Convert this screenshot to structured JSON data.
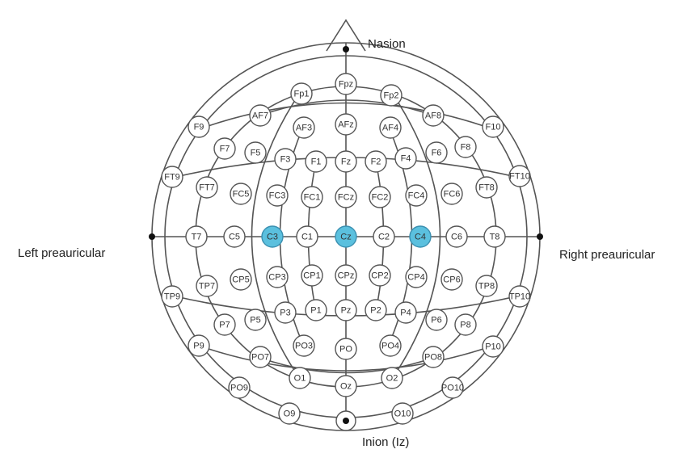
{
  "landmarks": {
    "nasion": "Nasion",
    "inion": "Inion (Iz)",
    "left": "Left preauricular",
    "right": "Right preauricular"
  },
  "colors": {
    "highlight": "#5bc0de",
    "line": "#555555"
  },
  "highlighted": [
    "C3",
    "Cz",
    "C4"
  ],
  "electrodes": [
    {
      "label": "Fpz"
    },
    {
      "label": "Fp1"
    },
    {
      "label": "Fp2"
    },
    {
      "label": "AF7"
    },
    {
      "label": "AF3"
    },
    {
      "label": "AFz"
    },
    {
      "label": "AF4"
    },
    {
      "label": "AF8"
    },
    {
      "label": "F9"
    },
    {
      "label": "F7"
    },
    {
      "label": "F5"
    },
    {
      "label": "F3"
    },
    {
      "label": "F1"
    },
    {
      "label": "Fz"
    },
    {
      "label": "F2"
    },
    {
      "label": "F4"
    },
    {
      "label": "F6"
    },
    {
      "label": "F8"
    },
    {
      "label": "F10"
    },
    {
      "label": "FT9"
    },
    {
      "label": "FT7"
    },
    {
      "label": "FC5"
    },
    {
      "label": "FC3"
    },
    {
      "label": "FC1"
    },
    {
      "label": "FCz"
    },
    {
      "label": "FC2"
    },
    {
      "label": "FC4"
    },
    {
      "label": "FC6"
    },
    {
      "label": "FT8"
    },
    {
      "label": "FT10"
    },
    {
      "label": "T7"
    },
    {
      "label": "C5"
    },
    {
      "label": "C3"
    },
    {
      "label": "C1"
    },
    {
      "label": "Cz"
    },
    {
      "label": "C2"
    },
    {
      "label": "C4"
    },
    {
      "label": "C6"
    },
    {
      "label": "T8"
    },
    {
      "label": "TP9"
    },
    {
      "label": "TP7"
    },
    {
      "label": "CP5"
    },
    {
      "label": "CP3"
    },
    {
      "label": "CP1"
    },
    {
      "label": "CPz"
    },
    {
      "label": "CP2"
    },
    {
      "label": "CP4"
    },
    {
      "label": "CP6"
    },
    {
      "label": "TP8"
    },
    {
      "label": "TP10"
    },
    {
      "label": "P9"
    },
    {
      "label": "P7"
    },
    {
      "label": "P5"
    },
    {
      "label": "P3"
    },
    {
      "label": "P1"
    },
    {
      "label": "Pz"
    },
    {
      "label": "P2"
    },
    {
      "label": "P4"
    },
    {
      "label": "P6"
    },
    {
      "label": "P8"
    },
    {
      "label": "P10"
    },
    {
      "label": "PO9"
    },
    {
      "label": "PO7"
    },
    {
      "label": "PO3"
    },
    {
      "label": "PO"
    },
    {
      "label": "PO4"
    },
    {
      "label": "PO8"
    },
    {
      "label": "PO10"
    },
    {
      "label": "O1"
    },
    {
      "label": "Oz"
    },
    {
      "label": "O2"
    },
    {
      "label": "O9"
    },
    {
      "label": "O10"
    }
  ]
}
